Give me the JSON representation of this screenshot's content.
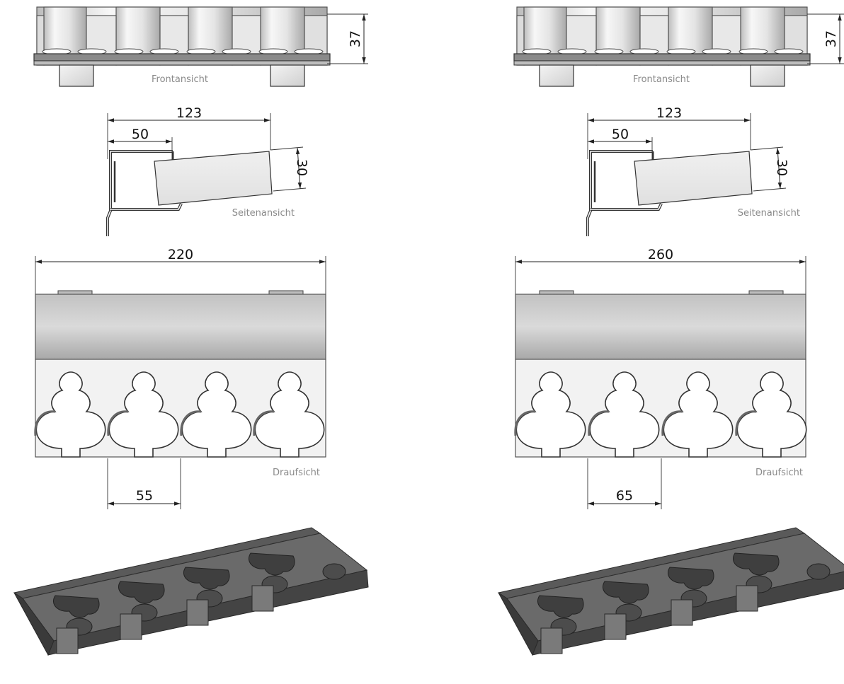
{
  "colors": {
    "roller_light": "#f4f4f4",
    "roller_mid": "#c9c9c9",
    "rail_dark": "#555555",
    "plate_gray": "#9a9a9a",
    "foam_dark": "#4a4a4a",
    "foam_top": "#6b6b6b"
  },
  "left": {
    "front_label": "Frontansicht",
    "front_height": "37",
    "side_label": "Seitenansicht",
    "side_length": "123",
    "side_depth": "50",
    "side_height": "30",
    "top_label": "Draufsicht",
    "top_width": "220",
    "top_spacing": "55"
  },
  "right": {
    "front_label": "Frontansicht",
    "front_height": "37",
    "side_label": "Seitenansicht",
    "side_length": "123",
    "side_depth": "50",
    "side_height": "30",
    "top_label": "Draufsicht",
    "top_width": "260",
    "top_spacing": "65"
  }
}
